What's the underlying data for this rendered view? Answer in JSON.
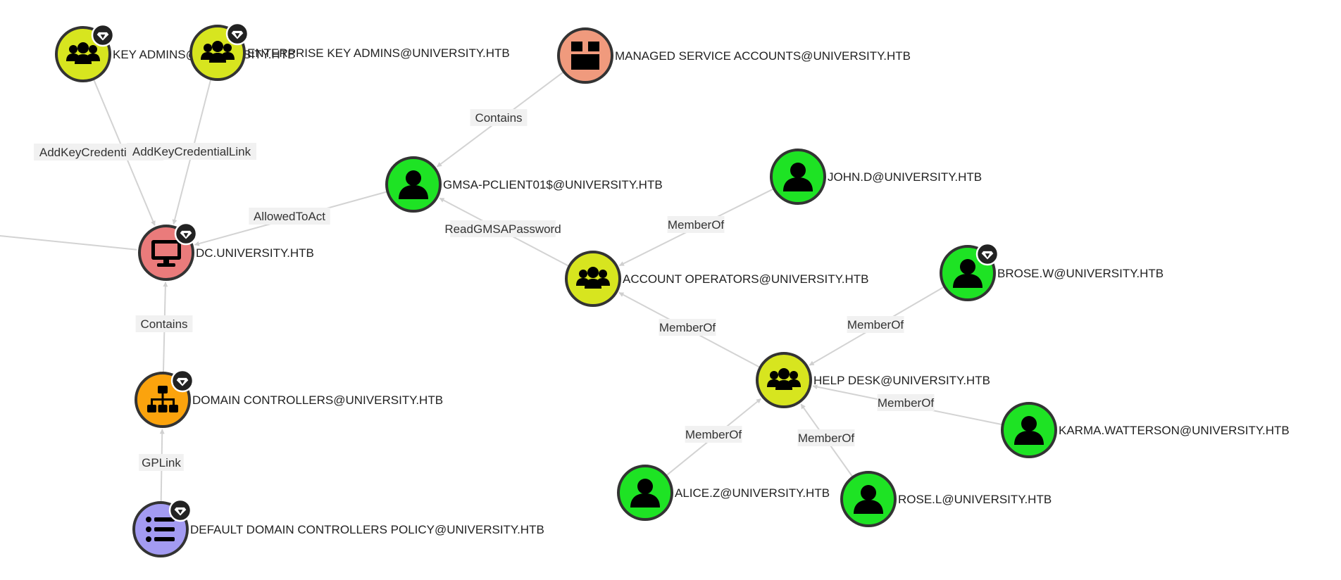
{
  "graph": {
    "nodes": [
      {
        "id": "key_admins",
        "label": "KEY ADMINS@UNIVERSITY.HTB",
        "color": "#d7e51f",
        "icon": "group-icon",
        "badge": true
      },
      {
        "id": "ent_key_admins",
        "label": "ENTERPRISE KEY ADMINS@UNIVERSITY.HTB",
        "color": "#d7e51f",
        "icon": "group-icon",
        "badge": true
      },
      {
        "id": "msa",
        "label": "MANAGED SERVICE ACCOUNTS@UNIVERSITY.HTB",
        "color": "#f09a7d",
        "icon": "container-box-icon",
        "badge": false
      },
      {
        "id": "gmsa",
        "label": "GMSA-PCLIENT01$@UNIVERSITY.HTB",
        "color": "#1ee324",
        "icon": "user-icon",
        "badge": false
      },
      {
        "id": "john",
        "label": "JOHN.D@UNIVERSITY.HTB",
        "color": "#1ee324",
        "icon": "user-icon",
        "badge": false
      },
      {
        "id": "dc",
        "label": "DC.UNIVERSITY.HTB",
        "color": "#ea7b7b",
        "icon": "computer-icon",
        "badge": true
      },
      {
        "id": "acct_ops",
        "label": "ACCOUNT OPERATORS@UNIVERSITY.HTB",
        "color": "#d7e51f",
        "icon": "group-icon",
        "badge": false
      },
      {
        "id": "brose",
        "label": "BROSE.W@UNIVERSITY.HTB",
        "color": "#1ee324",
        "icon": "user-icon",
        "badge": true
      },
      {
        "id": "domain_ctrls",
        "label": "DOMAIN CONTROLLERS@UNIVERSITY.HTB",
        "color": "#fba30d",
        "icon": "ou-hierarchy-icon",
        "badge": true
      },
      {
        "id": "help_desk",
        "label": "HELP DESK@UNIVERSITY.HTB",
        "color": "#d7e51f",
        "icon": "group-icon",
        "badge": false
      },
      {
        "id": "karma",
        "label": "KARMA.WATTERSON@UNIVERSITY.HTB",
        "color": "#1ee324",
        "icon": "user-icon",
        "badge": false
      },
      {
        "id": "alice",
        "label": "ALICE.Z@UNIVERSITY.HTB",
        "color": "#1ee324",
        "icon": "user-icon",
        "badge": false
      },
      {
        "id": "rose",
        "label": "ROSE.L@UNIVERSITY.HTB",
        "color": "#1ee324",
        "icon": "user-icon",
        "badge": false
      },
      {
        "id": "ddcp",
        "label": "DEFAULT DOMAIN CONTROLLERS POLICY@UNIVERSITY.HTB",
        "color": "#a39bf2",
        "icon": "gpo-list-icon",
        "badge": true
      }
    ],
    "edges": [
      {
        "source": "key_admins",
        "target": "dc",
        "label": "AddKeyCredentialLink"
      },
      {
        "source": "ent_key_admins",
        "target": "dc",
        "label": "AddKeyCredentialLink"
      },
      {
        "source": "msa",
        "target": "gmsa",
        "label": "Contains"
      },
      {
        "source": "gmsa",
        "target": "dc",
        "label": "AllowedToAct"
      },
      {
        "source": "acct_ops",
        "target": "gmsa",
        "label": "ReadGMSAPassword"
      },
      {
        "source": "john",
        "target": "acct_ops",
        "label": "MemberOf"
      },
      {
        "source": "help_desk",
        "target": "acct_ops",
        "label": "MemberOf"
      },
      {
        "source": "brose",
        "target": "help_desk",
        "label": "MemberOf"
      },
      {
        "source": "karma",
        "target": "help_desk",
        "label": "MemberOf"
      },
      {
        "source": "alice",
        "target": "help_desk",
        "label": "MemberOf"
      },
      {
        "source": "rose",
        "target": "help_desk",
        "label": "MemberOf"
      },
      {
        "source": "domain_ctrls",
        "target": "dc",
        "label": "Contains"
      },
      {
        "source": "ddcp",
        "target": "domain_ctrls",
        "label": "GPLink"
      },
      {
        "source": "offscreen",
        "target": "dc",
        "label": ""
      }
    ]
  }
}
